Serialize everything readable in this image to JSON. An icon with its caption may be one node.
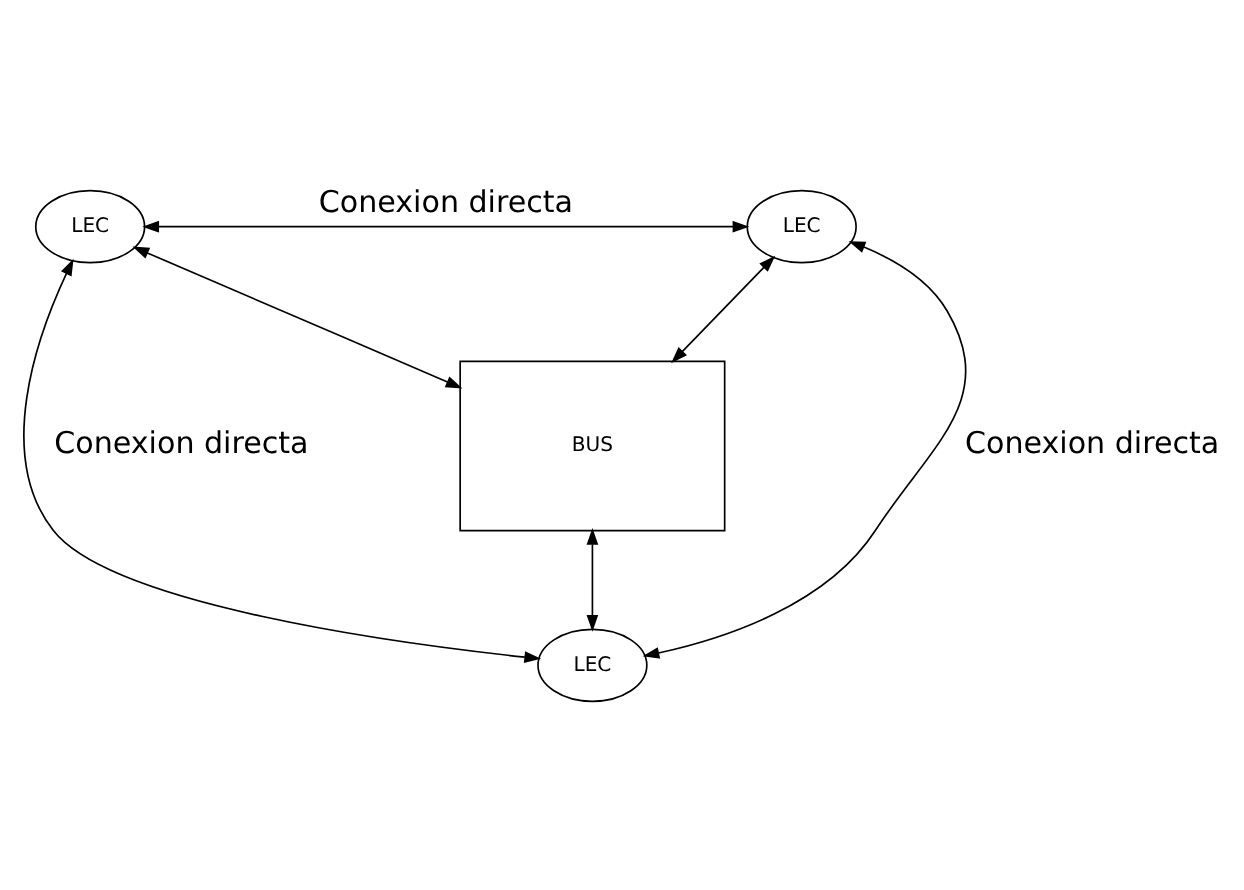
{
  "diagram": {
    "nodes": [
      {
        "text": [
          "LEC"
        ]
      },
      {
        "text": [
          "LEC"
        ]
      },
      {
        "text": [
          "BUS"
        ]
      },
      {
        "text": [
          "LEC"
        ]
      }
    ],
    "edges": [
      {
        "from": 0,
        "to": 1,
        "arrow": "both",
        "label": "Conexion directa"
      },
      {
        "from": 0,
        "to": 2,
        "arrow": "both"
      },
      {
        "from": 1,
        "to": 2,
        "arrow": "both"
      },
      {
        "from": 2,
        "to": 3,
        "arrow": "both"
      },
      {
        "from": 0,
        "to": 3,
        "arrow": "both",
        "label": "Conexion directa"
      },
      {
        "from": 1,
        "to": 3,
        "arrow": "both",
        "label": "Conexion directa"
      }
    ]
  }
}
